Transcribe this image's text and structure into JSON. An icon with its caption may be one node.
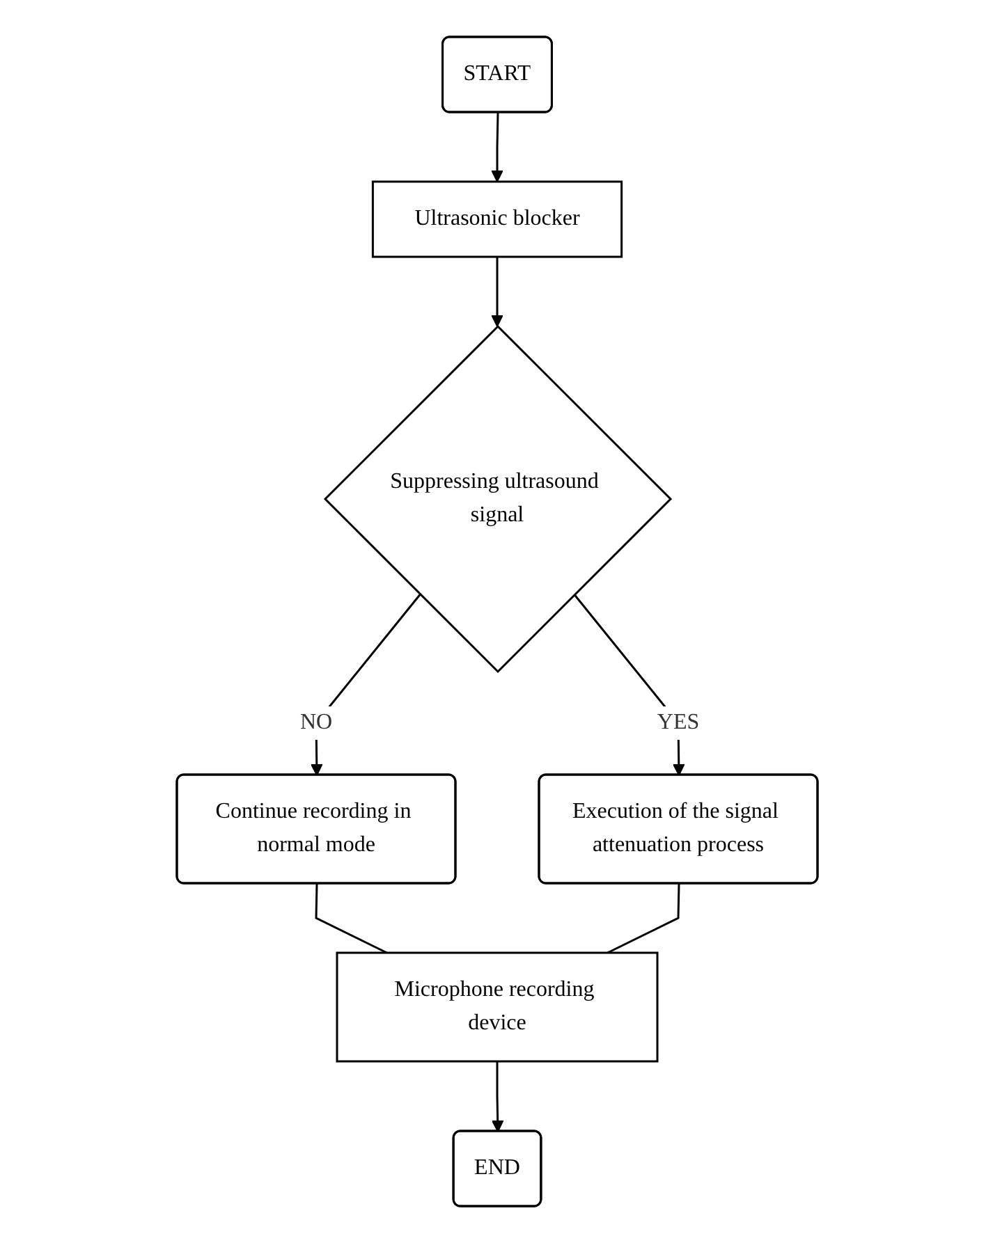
{
  "diagram": {
    "nodes": [
      {
        "text": [
          "START"
        ]
      },
      {
        "text": [
          "Ultrasonic blocker"
        ]
      },
      {
        "text": [
          "Suppressing ultrasound signal"
        ]
      },
      {
        "text": [
          "Continue recording in normal mode"
        ]
      },
      {
        "text": [
          "Execution of the signal attenuation process"
        ]
      },
      {
        "text": [
          "Microphone recording device"
        ]
      },
      {
        "text": [
          "END"
        ]
      }
    ],
    "edges": [
      {
        "from": 0,
        "to": 1,
        "arrow": "to"
      },
      {
        "from": 1,
        "to": 2,
        "arrow": "to"
      },
      {
        "from": 2,
        "to": 3,
        "label": "NO",
        "arrow": "to"
      },
      {
        "from": 2,
        "to": 4,
        "label": "YES",
        "arrow": "to"
      },
      {
        "from": 3,
        "to": 5,
        "arrow": "none"
      },
      {
        "from": 4,
        "to": 5,
        "arrow": "none"
      },
      {
        "from": 5,
        "to": 6,
        "arrow": "to"
      }
    ]
  }
}
